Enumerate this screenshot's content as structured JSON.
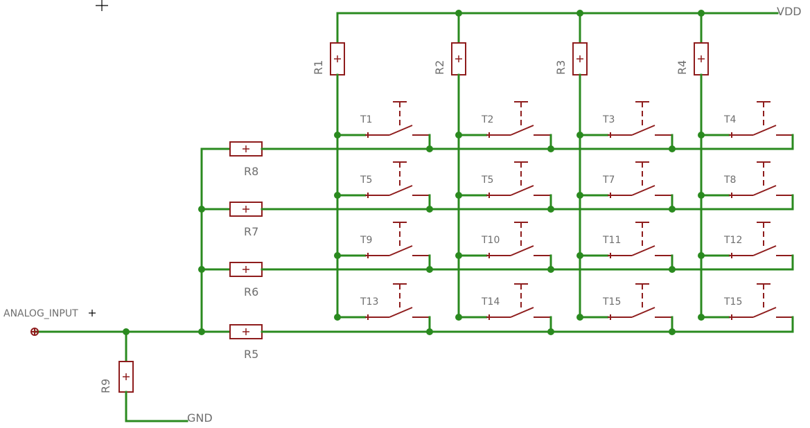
{
  "net_labels": {
    "vdd": "VDD",
    "gnd": "GND",
    "analog_input": "ANALOG_INPUT"
  },
  "column_resistors": [
    "R1",
    "R2",
    "R3",
    "R4"
  ],
  "row_resistors": [
    "R8",
    "R7",
    "R6",
    "R5"
  ],
  "divider_resistor": "R9",
  "switches": [
    [
      "T1",
      "T2",
      "T3",
      "T4"
    ],
    [
      "T5",
      "T5",
      "T7",
      "T8"
    ],
    [
      "T9",
      "T10",
      "T11",
      "T12"
    ],
    [
      "T13",
      "T14",
      "T15",
      "T15"
    ]
  ],
  "colors": {
    "wire": "#2a8a1f",
    "component": "#8e1c1c",
    "text": "#6e6e6e"
  }
}
